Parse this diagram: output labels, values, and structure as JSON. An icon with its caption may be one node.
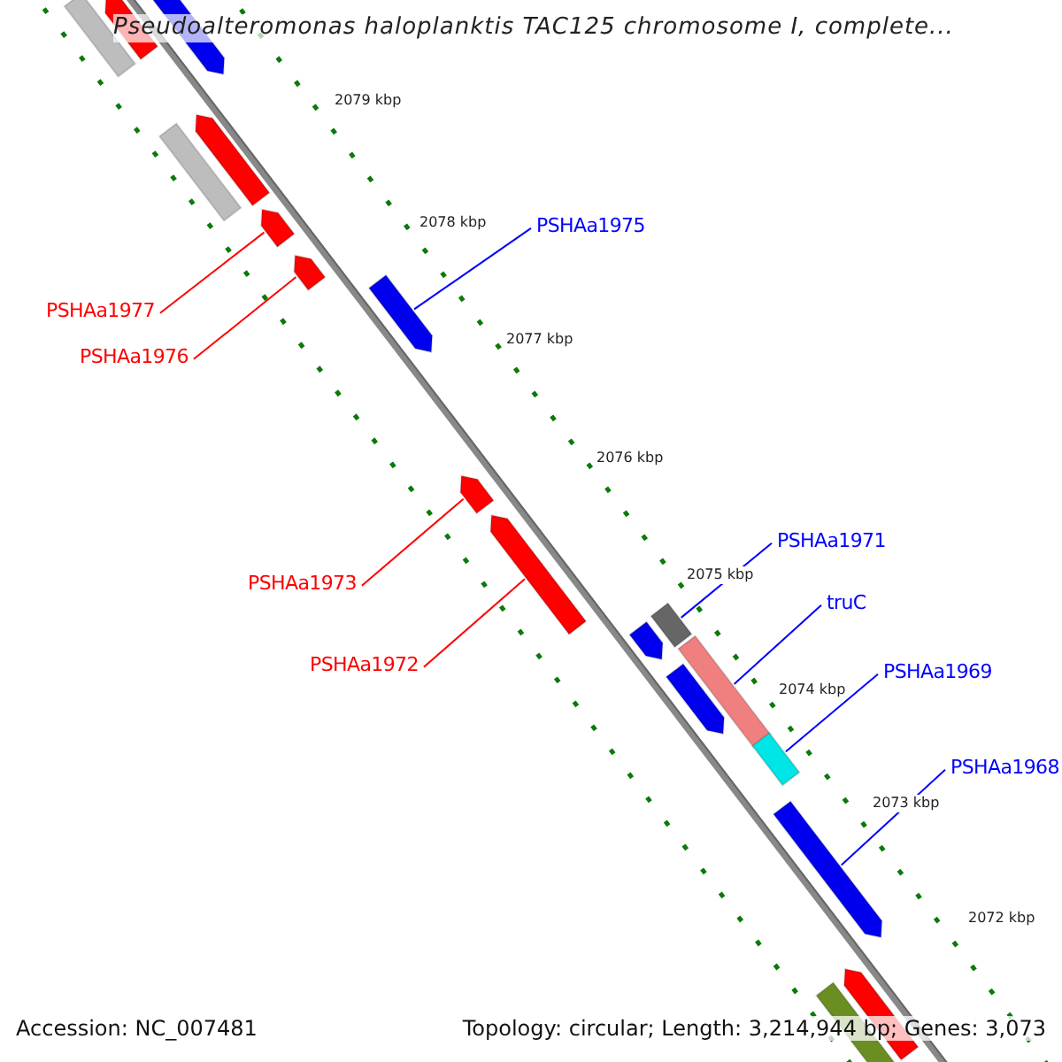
{
  "diagram": {
    "title": "Pseudoalteromonas haloplanktis TAC125 chromosome I, complete...",
    "nodes": [
      {
        "text": [
          "PSHAa1975"
        ]
      },
      {
        "text": [
          "PSHAa1977"
        ]
      },
      {
        "text": [
          "PSHAa1976"
        ]
      },
      {
        "text": [
          "PSHAa1971"
        ]
      },
      {
        "text": [
          "PSHAa1973"
        ]
      },
      {
        "text": [
          "truC"
        ]
      },
      {
        "text": [
          "PSHAa1972"
        ]
      },
      {
        "text": [
          "PSHAa1969"
        ]
      },
      {
        "text": [
          "PSHAa1968"
        ]
      },
      {
        "text": [],
        "shape": "bar"
      },
      {
        "text": [],
        "shape": "bar"
      },
      {
        "text": [],
        "shape": "bar"
      },
      {
        "text": [],
        "shape": "bar"
      },
      {
        "text": [],
        "shape": "bar"
      },
      {
        "text": [],
        "shape": "bar"
      },
      {
        "text": [],
        "shape": "bar"
      },
      {
        "text": [],
        "shape": "bar"
      },
      {
        "text": [],
        "shape": "bar"
      }
    ],
    "edges": [
      {
        "from": 1,
        "to": 9,
        "arrow": "none",
        "color": "#ff0000"
      },
      {
        "from": 2,
        "to": 10,
        "arrow": "none",
        "color": "#ff0000"
      },
      {
        "from": 0,
        "to": 11,
        "arrow": "none",
        "color": "#0000ff"
      },
      {
        "from": 4,
        "to": 12,
        "arrow": "none",
        "color": "#ff0000"
      },
      {
        "from": 6,
        "to": 13,
        "arrow": "none",
        "color": "#ff0000"
      },
      {
        "from": 3,
        "to": 14,
        "arrow": "none",
        "color": "#0000ff"
      },
      {
        "from": 5,
        "to": 15,
        "arrow": "none",
        "color": "#0000ff"
      },
      {
        "from": 7,
        "to": 16,
        "arrow": "none",
        "color": "#0000ff"
      },
      {
        "from": 8,
        "to": 17,
        "arrow": "none",
        "color": "#0000ff"
      }
    ],
    "labels": [
      "2079 kbp",
      "2078 kbp",
      "2077 kbp",
      "2076 kbp",
      "2075 kbp",
      "2074 kbp",
      "2073 kbp",
      "2072 kbp",
      "Accession: NC_007481",
      "Topology: circular; Length: 3,214,944 bp; Genes: 3,073"
    ]
  }
}
